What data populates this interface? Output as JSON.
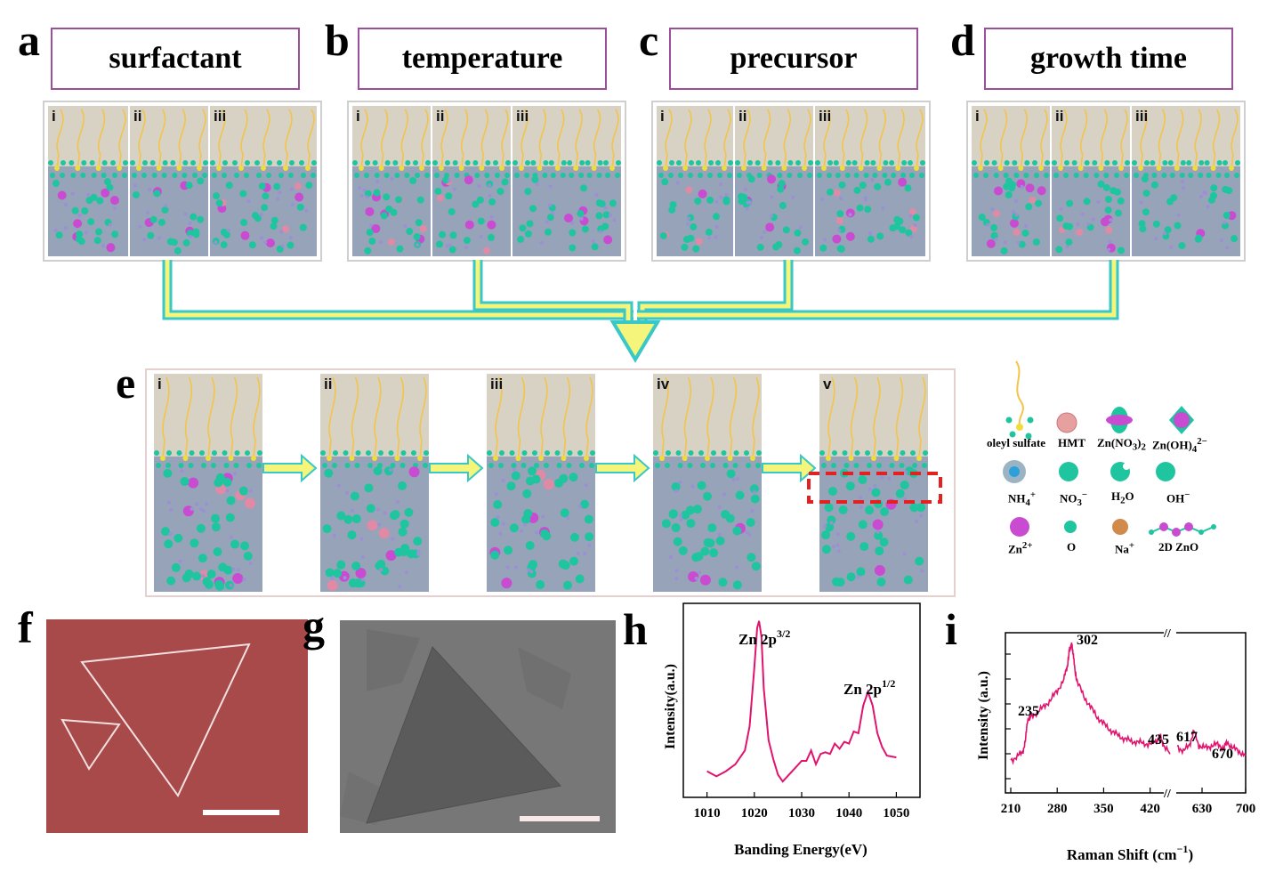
{
  "top_row": [
    {
      "letter": "a",
      "title": "surfactant",
      "subpanels": [
        "i",
        "ii",
        "iii"
      ]
    },
    {
      "letter": "b",
      "title": "temperature",
      "subpanels": [
        "i",
        "ii",
        "iii"
      ]
    },
    {
      "letter": "c",
      "title": "precursor",
      "subpanels": [
        "i",
        "ii",
        "iii"
      ]
    },
    {
      "letter": "d",
      "title": "growth time",
      "subpanels": [
        "i",
        "ii",
        "iii"
      ]
    }
  ],
  "panel_e": {
    "letter": "e",
    "subpanels": [
      "i",
      "ii",
      "iii",
      "iv",
      "v"
    ]
  },
  "legend": [
    {
      "label": "oleyl sulfate",
      "icon": "oleyl-sulfate-icon"
    },
    {
      "label": "HMT",
      "icon": "hmt-icon"
    },
    {
      "label": "Zn(NO3)2",
      "icon": "zn-nitrate-icon"
    },
    {
      "label": "Zn(OH)4 2−",
      "icon": "zincate-icon"
    },
    {
      "label": "NH4+",
      "icon": "ammonium-icon"
    },
    {
      "label": "NO3−",
      "icon": "nitrate-icon"
    },
    {
      "label": "H2O",
      "icon": "water-icon"
    },
    {
      "label": "OH−",
      "icon": "hydroxide-icon"
    },
    {
      "label": "Zn2+",
      "icon": "zinc-ion-icon"
    },
    {
      "label": "O",
      "icon": "oxygen-icon"
    },
    {
      "label": "Na+",
      "icon": "sodium-icon"
    },
    {
      "label": "2D ZnO",
      "icon": "zno-2d-icon"
    }
  ],
  "images": {
    "f": {
      "letter": "f"
    },
    "g": {
      "letter": "g"
    }
  },
  "colors": {
    "title_border": "#9b4f9b",
    "arrow_fill": "#f4f57a",
    "arrow_edge": "#39c7c7",
    "water": "#97a3b8",
    "air": "#d8d2c4",
    "zn": "#c94bd1",
    "teal": "#1fc59f",
    "tail": "#f3c44a",
    "pink": "#e08aa5",
    "xps_line": "#e0146e",
    "substrate_f": "#a84a4a",
    "sem_g": "#6f6f6f",
    "dash_box": "#e32121"
  },
  "chart_data": [
    {
      "panel": "h",
      "type": "line",
      "title": "",
      "xlabel": "Banding Energy(eV)",
      "ylabel": "Intensity(a.u.)",
      "xlim": [
        1005,
        1055
      ],
      "ylim": [
        0,
        1
      ],
      "xticks": [
        1010,
        1020,
        1030,
        1040,
        1050
      ],
      "annotations": [
        {
          "text": "Zn 2p",
          "sup": "3/2",
          "x": 1021
        },
        {
          "text": "Zn 2p",
          "sup": "1/2",
          "x": 1044
        }
      ],
      "series": [
        {
          "x": [
            1010,
            1012,
            1014,
            1016,
            1018,
            1019,
            1020,
            1020.6,
            1021,
            1021.5,
            1022,
            1023,
            1024,
            1025,
            1026,
            1027,
            1028,
            1029,
            1030,
            1031,
            1032,
            1033,
            1034,
            1035,
            1036,
            1037,
            1038,
            1039,
            1040,
            1041,
            1042,
            1043,
            1044,
            1045,
            1046,
            1047,
            1048,
            1050
          ],
          "y": [
            0.1,
            0.07,
            0.1,
            0.14,
            0.22,
            0.36,
            0.7,
            0.93,
            0.97,
            0.88,
            0.58,
            0.28,
            0.17,
            0.08,
            0.04,
            0.07,
            0.1,
            0.13,
            0.16,
            0.16,
            0.22,
            0.14,
            0.2,
            0.21,
            0.2,
            0.26,
            0.23,
            0.27,
            0.26,
            0.33,
            0.32,
            0.48,
            0.56,
            0.48,
            0.32,
            0.24,
            0.19,
            0.18
          ]
        }
      ]
    },
    {
      "panel": "i",
      "type": "line",
      "title": "",
      "xlabel": "Raman Shift (cm",
      "xlabel_sup": "−1",
      "xlabel_end": ")",
      "ylabel": "Intensity (a.u.)",
      "xticks": [
        "210",
        "280",
        "350",
        "420",
        "630",
        "700"
      ],
      "annotations": [
        {
          "text": "235"
        },
        {
          "text": "302"
        },
        {
          "text": "435"
        },
        {
          "text": "617"
        },
        {
          "text": "670"
        }
      ],
      "break": "//",
      "series": [
        {
          "segment1_x": [
            210,
            220,
            228,
            232,
            235,
            240,
            250,
            260,
            270,
            280,
            290,
            295,
            298,
            300,
            302,
            304,
            306,
            310,
            320,
            330,
            340,
            350,
            360,
            370,
            380,
            390,
            400,
            410,
            420,
            430,
            435,
            440,
            450
          ],
          "segment1_y": [
            0.05,
            0.08,
            0.12,
            0.2,
            0.38,
            0.4,
            0.45,
            0.49,
            0.55,
            0.62,
            0.72,
            0.82,
            0.94,
            0.99,
            1.0,
            0.94,
            0.82,
            0.7,
            0.58,
            0.49,
            0.41,
            0.35,
            0.3,
            0.26,
            0.23,
            0.21,
            0.2,
            0.19,
            0.18,
            0.21,
            0.25,
            0.18,
            0.1
          ],
          "segment2_x": [
            590,
            600,
            610,
            617,
            625,
            635,
            645,
            655,
            665,
            670,
            680,
            690,
            700
          ],
          "segment2_y": [
            0.17,
            0.12,
            0.18,
            0.29,
            0.17,
            0.15,
            0.17,
            0.18,
            0.15,
            0.2,
            0.15,
            0.12,
            0.09
          ]
        }
      ]
    }
  ]
}
